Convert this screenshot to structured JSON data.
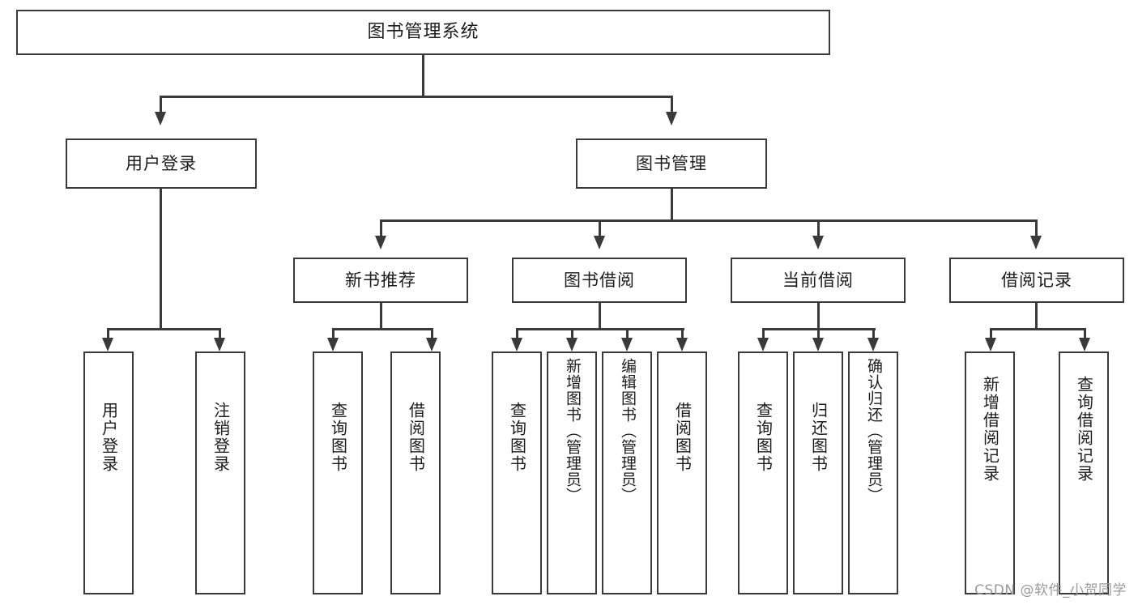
{
  "diagram": {
    "type": "tree",
    "title": "图书管理系统",
    "root": {
      "id": "root",
      "label": "图书管理系统"
    },
    "level2": [
      {
        "id": "user-login",
        "label": "用户登录"
      },
      {
        "id": "book-management",
        "label": "图书管理"
      }
    ],
    "level3": [
      {
        "id": "new-book-recommend",
        "label": "新书推荐",
        "parent": "book-management"
      },
      {
        "id": "book-borrow",
        "label": "图书借阅",
        "parent": "book-management"
      },
      {
        "id": "current-borrow",
        "label": "当前借阅",
        "parent": "book-management"
      },
      {
        "id": "borrow-record",
        "label": "借阅记录",
        "parent": "book-management"
      }
    ],
    "leaves": [
      {
        "id": "leaf-user-login",
        "label": "用户登录",
        "parent": "user-login"
      },
      {
        "id": "leaf-user-logout",
        "label": "注销登录",
        "parent": "user-login"
      },
      {
        "id": "leaf-query-book-1",
        "label": "查询图书",
        "parent": "new-book-recommend"
      },
      {
        "id": "leaf-borrow-book-1",
        "label": "借阅图书",
        "parent": "new-book-recommend"
      },
      {
        "id": "leaf-query-book-2",
        "label": "查询图书",
        "parent": "book-borrow"
      },
      {
        "id": "leaf-add-book",
        "label": "新增图书（管理员）",
        "parent": "book-borrow"
      },
      {
        "id": "leaf-edit-book",
        "label": "编辑图书（管理员）",
        "parent": "book-borrow"
      },
      {
        "id": "leaf-borrow-book-2",
        "label": "借阅图书",
        "parent": "book-borrow"
      },
      {
        "id": "leaf-query-book-3",
        "label": "查询图书",
        "parent": "current-borrow"
      },
      {
        "id": "leaf-return-book",
        "label": "归还图书",
        "parent": "current-borrow"
      },
      {
        "id": "leaf-confirm-return",
        "label": "确认归还（管理员）",
        "parent": "current-borrow"
      },
      {
        "id": "leaf-add-record",
        "label": "新增借阅记录",
        "parent": "borrow-record"
      },
      {
        "id": "leaf-query-record",
        "label": "查询借阅记录",
        "parent": "borrow-record"
      }
    ]
  },
  "watermark": {
    "text": "CSDN @软件_小贺同学"
  },
  "colors": {
    "stroke": "#3a3a3a",
    "fill": "#ffffff",
    "text": "#1c1c1c",
    "watermark": "#9a9a9a"
  }
}
